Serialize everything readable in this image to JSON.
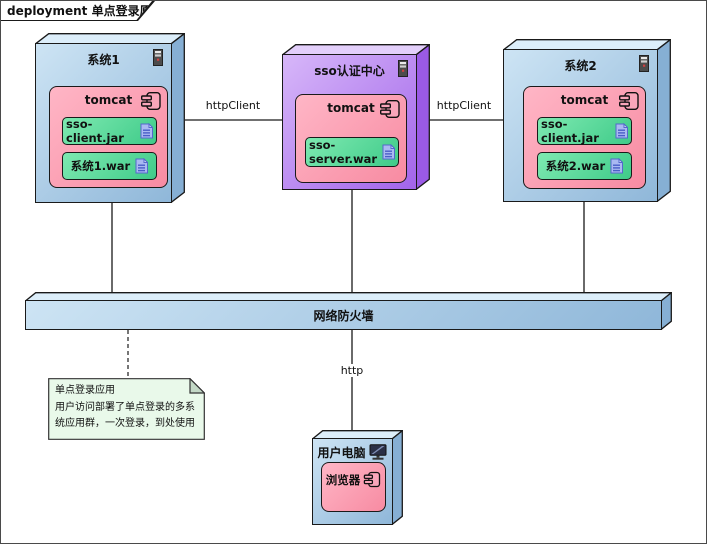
{
  "frame": {
    "title": "deployment 单点登录原理"
  },
  "nodes": {
    "system1": {
      "title": "系统1",
      "component": "tomcat",
      "artifacts": [
        "sso-client.jar",
        "系统1.war"
      ]
    },
    "sso_center": {
      "title": "sso认证中心",
      "component": "tomcat",
      "artifacts": [
        "sso-server.war"
      ]
    },
    "system2": {
      "title": "系统2",
      "component": "tomcat",
      "artifacts": [
        "sso-client.jar",
        "系统2.war"
      ]
    },
    "firewall": {
      "title": "网络防火墙"
    },
    "user_pc": {
      "title": "用户电脑",
      "component": "浏览器"
    }
  },
  "edges": {
    "sys1_sso": "httpClient",
    "sso_sys2": "httpClient",
    "firewall_user": "http"
  },
  "note": {
    "lines": [
      "单点登录应用",
      "用户访问部署了单点登录的多系统应用群，一次登录，到处使用"
    ]
  },
  "icons": {
    "node_icon": "server-tower",
    "component_icon": "uml-component",
    "artifact_icon": "document",
    "monitor_icon": "computer-display"
  },
  "colors": {
    "blue_l": "#cde4f4",
    "blue_d": "#8fb7d9",
    "blue_top": "#dceefa",
    "blue_side": "#86afd4",
    "purple_l": "#d7b7f9",
    "purple_d": "#a264ea",
    "purple_top": "#e3cffb",
    "purple_side": "#9a5ae6",
    "pink_l": "#ffb6c6",
    "pink_d": "#f78ba2",
    "green_l": "#7ee9b1",
    "green_d": "#3fcb89",
    "note_bg": "#e9f9ea",
    "note_fold": "#c3d8c6",
    "line": "#1a1a1a"
  }
}
